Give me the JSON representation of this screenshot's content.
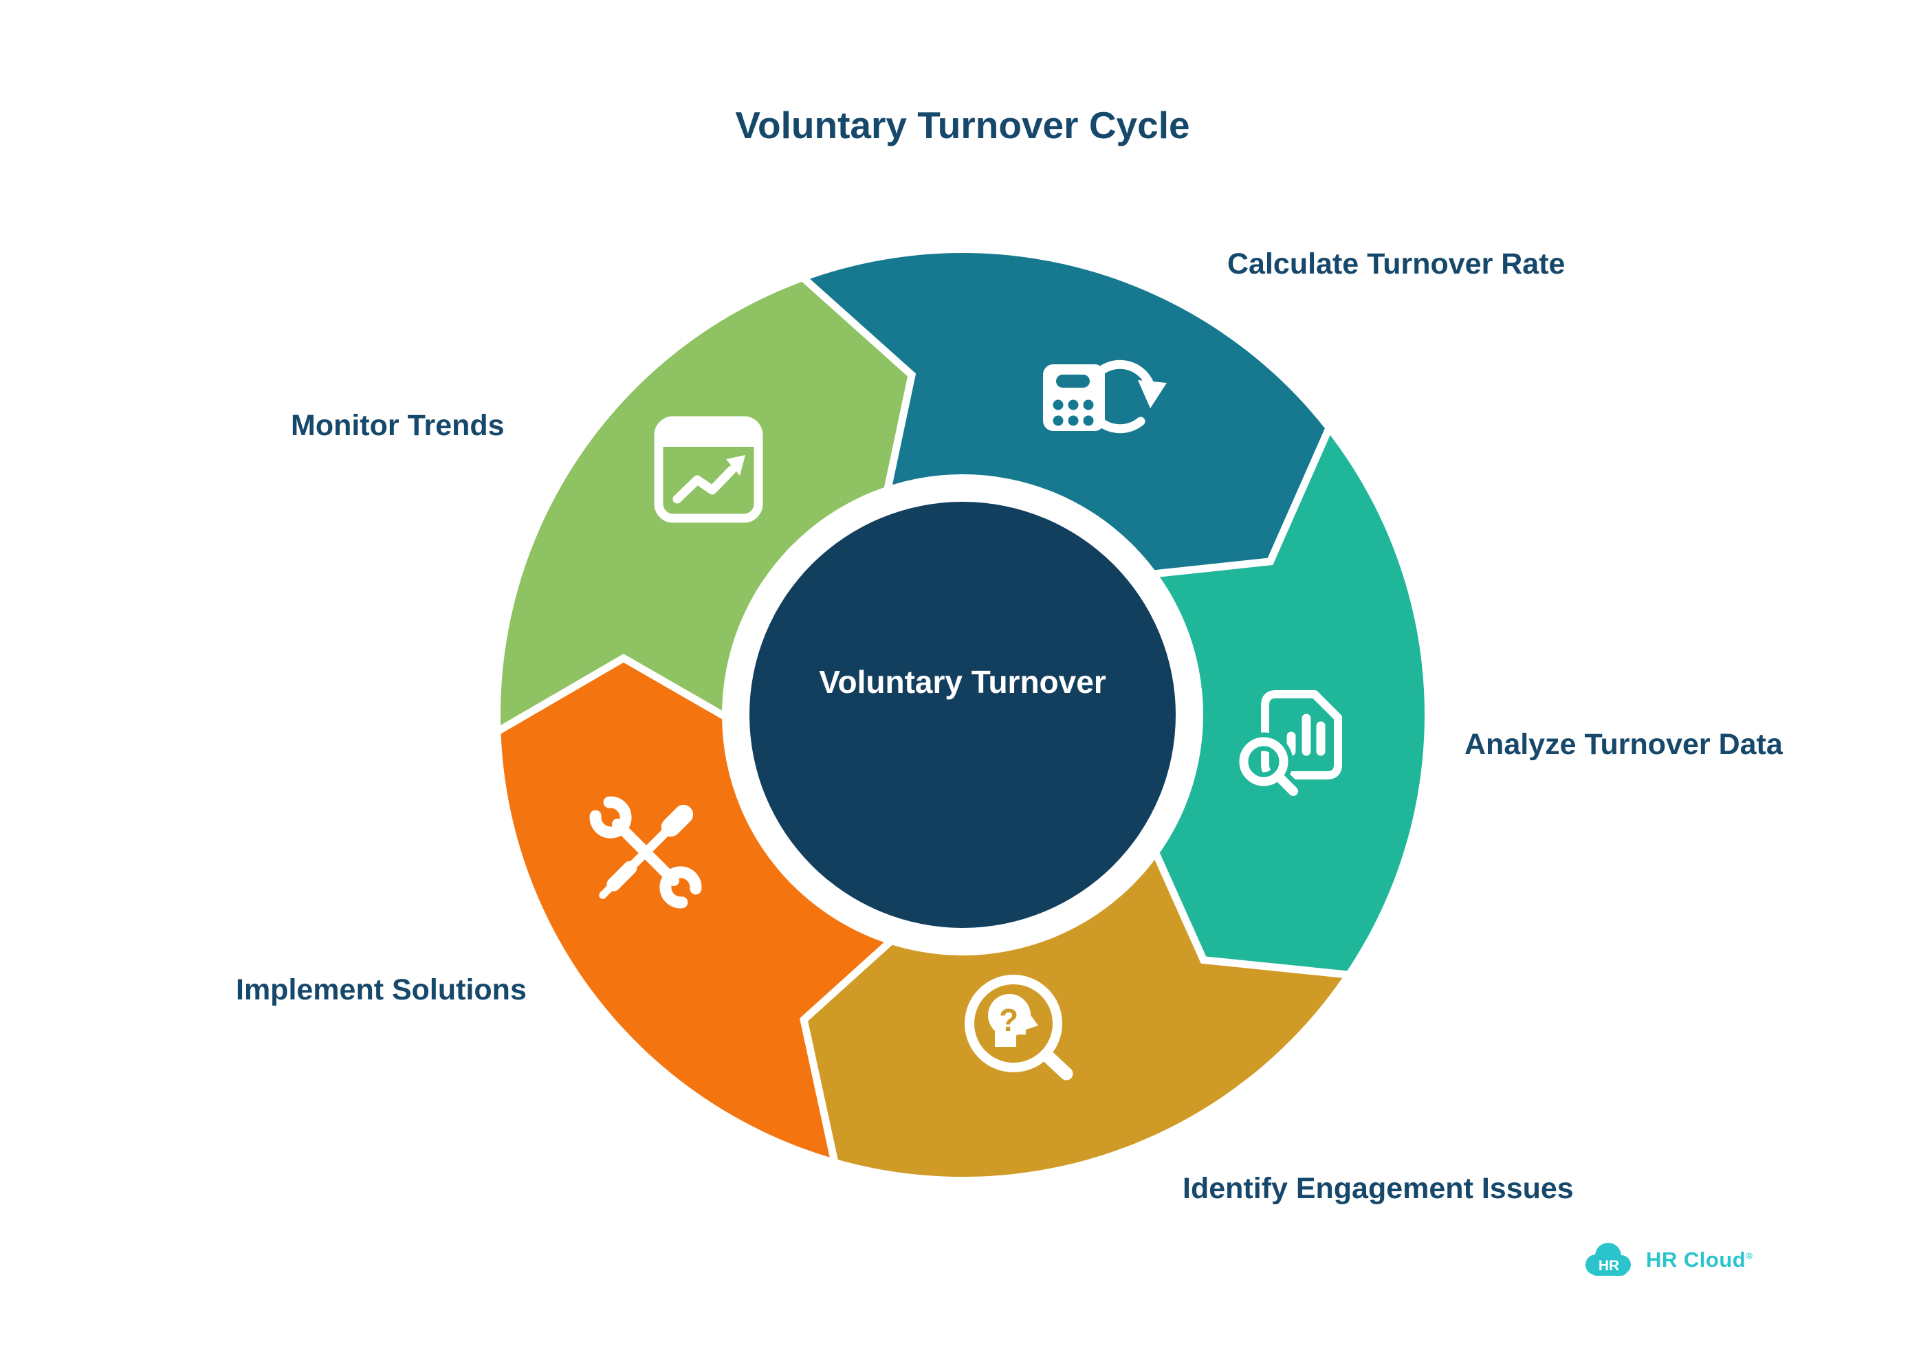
{
  "title": "Voluntary Turnover Cycle",
  "center_label": "Voluntary Turnover",
  "segments": [
    {
      "id": "calculate",
      "label": "Calculate Turnover Rate",
      "color": "#16798f",
      "icon": "calculator-refresh-icon"
    },
    {
      "id": "analyze",
      "label": "Analyze Turnover Data",
      "color": "#1fb69a",
      "icon": "document-bar-chart-magnifier-icon"
    },
    {
      "id": "identify",
      "label": "Identify Engagement Issues",
      "color": "#d09a26",
      "icon": "head-question-magnifier-icon"
    },
    {
      "id": "implement",
      "label": "Implement Solutions",
      "color": "#f4750f",
      "icon": "screwdriver-wrench-icon"
    },
    {
      "id": "monitor",
      "label": "Monitor Trends",
      "color": "#8ec263",
      "icon": "trend-window-icon"
    }
  ],
  "colors": {
    "center_bg": "#133f5e",
    "ring": "#ffffff",
    "icon": "#ffffff",
    "text": "#16486b",
    "background": "#ffffff"
  },
  "glyphs": {
    "question_mark": "?"
  },
  "branding": {
    "mark_text": "HR",
    "name": "HR Cloud",
    "registered": "®",
    "color": "#2bc4cd"
  },
  "chart_data": {
    "type": "cycle-diagram",
    "title": "Voluntary Turnover Cycle",
    "center": "Voluntary Turnover",
    "flow": "clockwise",
    "steps": [
      "Calculate Turnover Rate",
      "Analyze Turnover Data",
      "Identify Engagement Issues",
      "Implement Solutions",
      "Monitor Trends"
    ]
  }
}
